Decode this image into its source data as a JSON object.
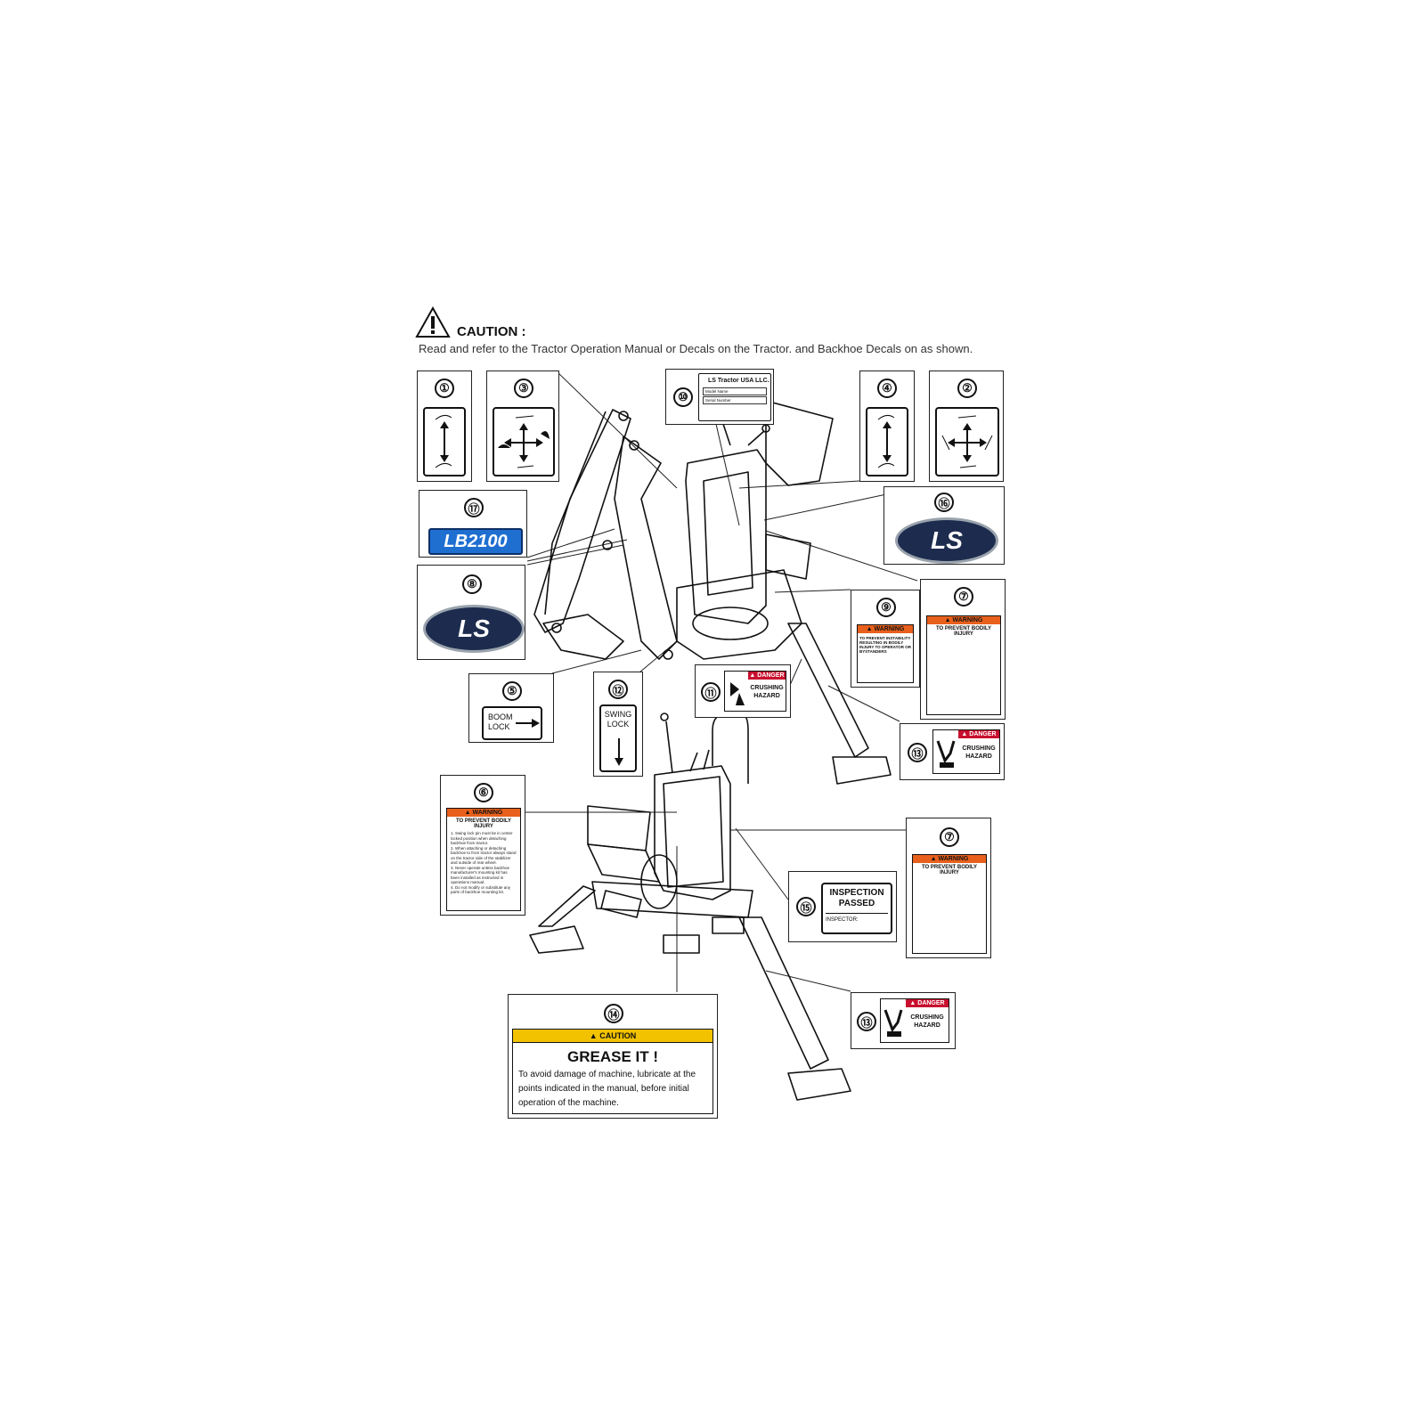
{
  "header": {
    "caution_label": "CAUTION :",
    "caution_text": "Read and refer to the Tractor Operation Manual or Decals on the Tractor. and Backhoe Decals on as shown."
  },
  "callouts": {
    "n1": "①",
    "n2": "②",
    "n3": "③",
    "n4": "④",
    "n5": "⑤",
    "n6": "⑥",
    "n7": "⑦",
    "n8": "⑧",
    "n9": "⑨",
    "n10": "⑩",
    "n11": "⑪",
    "n12": "⑫",
    "n13": "⑬",
    "n14": "⑭",
    "n15": "⑮",
    "n16": "⑯",
    "n17": "⑰"
  },
  "decals": {
    "d5": {
      "line1": "BOOM",
      "line2": "LOCK"
    },
    "d12": {
      "line1": "SWING",
      "line2": "LOCK"
    },
    "d10": {
      "brand": "LS Tractor USA LLC.",
      "model_label": "Model Name",
      "serial_label": "Serial Number"
    },
    "d17": {
      "text": "LB2100"
    },
    "d8": {
      "text": "LS"
    },
    "d16": {
      "text": "LS"
    },
    "d11": {
      "head": "▲ DANGER",
      "line1": "CRUSHING",
      "line2": "HAZARD"
    },
    "d13a": {
      "head": "▲ DANGER",
      "line1": "CRUSHING",
      "line2": "HAZARD"
    },
    "d13b": {
      "head": "▲ DANGER",
      "line1": "CRUSHING",
      "line2": "HAZARD"
    },
    "d9": {
      "head": "▲ WARNING",
      "sub": "TO PREVENT INSTABILITY RESULTING IN BODILY INJURY TO OPERATOR OR BYSTANDERS"
    },
    "d7a": {
      "head": "▲ WARNING",
      "sub": "TO PREVENT BODILY INJURY"
    },
    "d7b": {
      "head": "▲ WARNING",
      "sub": "TO PREVENT BODILY INJURY"
    },
    "d6": {
      "head": "▲ WARNING",
      "sub": "TO PREVENT BODILY INJURY",
      "items": [
        "1. Swing lock pin must be in center locked position when detaching backhoe from tractor.",
        "2. When attaching or detaching backhoe to from tractor always stand on the tractor side of the stabilizer and outside of rear wheel.",
        "3. Never operate unless backhoe manufacturer's mounting kit has been installed as instructed in operations manual.",
        "4. Do not modify or substitute any parts of backhoe mounting kit."
      ]
    },
    "d15": {
      "line1": "INSPECTION",
      "line2": "PASSED",
      "inspector": "INSPECTOR:"
    },
    "d14": {
      "head": "▲ CAUTION",
      "title": "GREASE IT !",
      "body": "To avoid damage of machine, lubricate at the points indicated in the manual, before initial operation of the machine."
    }
  },
  "colors": {
    "warning": "#e8601c",
    "danger": "#c8102e",
    "caution": "#f2c200",
    "highlight": "#2a8fd6",
    "logo_blue": "#1f6fd1",
    "logo_navy": "#1d2c4e"
  }
}
